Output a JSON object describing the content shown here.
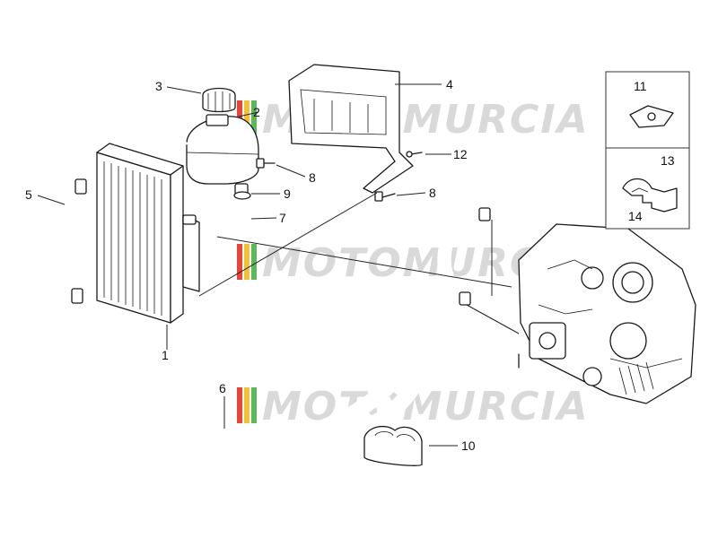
{
  "watermark": {
    "text": "MOTOMURCIA",
    "stripe_colors": [
      "#e8443a",
      "#f2c230",
      "#5bb85b"
    ]
  },
  "callouts": [
    {
      "id": "1",
      "label": "1"
    },
    {
      "id": "2",
      "label": "2"
    },
    {
      "id": "3",
      "label": "3"
    },
    {
      "id": "4",
      "label": "4"
    },
    {
      "id": "5",
      "label": "5"
    },
    {
      "id": "6",
      "label": "6"
    },
    {
      "id": "7",
      "label": "7"
    },
    {
      "id": "8a",
      "label": "8"
    },
    {
      "id": "8b",
      "label": "8"
    },
    {
      "id": "9",
      "label": "9"
    },
    {
      "id": "10",
      "label": "10"
    },
    {
      "id": "11",
      "label": "11"
    },
    {
      "id": "12",
      "label": "12"
    },
    {
      "id": "13",
      "label": "13"
    },
    {
      "id": "14",
      "label": "14"
    }
  ]
}
